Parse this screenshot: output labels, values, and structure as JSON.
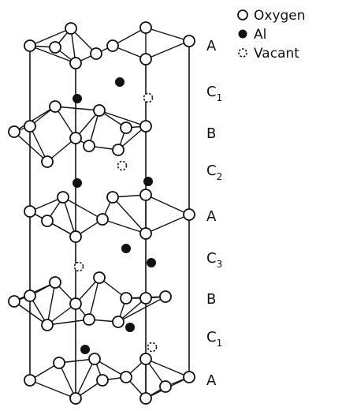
{
  "diagram": {
    "legend": [
      {
        "symbol": "open-circle",
        "label": "Oxygen"
      },
      {
        "symbol": "filled-circle",
        "label": "Al"
      },
      {
        "symbol": "dashed-circle",
        "label": "Vacant"
      }
    ],
    "layers": [
      {
        "letter": "A",
        "subscript": ""
      },
      {
        "letter": "C",
        "subscript": "1"
      },
      {
        "letter": "B",
        "subscript": ""
      },
      {
        "letter": "C",
        "subscript": "2"
      },
      {
        "letter": "A",
        "subscript": ""
      },
      {
        "letter": "C",
        "subscript": "3"
      },
      {
        "letter": "B",
        "subscript": ""
      },
      {
        "letter": "C",
        "subscript": "1"
      },
      {
        "letter": "A",
        "subscript": ""
      }
    ],
    "colors": {
      "ink": "#111111",
      "paper": "#ffffff"
    }
  }
}
